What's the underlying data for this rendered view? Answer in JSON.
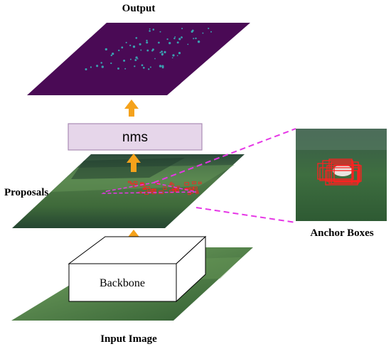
{
  "labels": {
    "output": "Output",
    "nms": "nms",
    "proposals": "Proposals",
    "anchor_boxes": "Anchor Boxes",
    "backbone": "Backbone",
    "input_image": "Input Image"
  },
  "colors": {
    "output_map": "#4a0a55",
    "output_dots": "#3aa0b0",
    "nms_fill": "#e6d6ea",
    "nms_stroke": "#a98bb4",
    "arrow": "#f5a21b",
    "dashed_link": "#e636e6",
    "proposal_boxes": "#ff2020",
    "grass_dark": "#1f4a33",
    "grass_light": "#5e8f4e",
    "backbone_fill": "#ffffff",
    "backbone_stroke": "#000000"
  },
  "icons": {
    "flow_arrow": "up-arrow-icon"
  }
}
